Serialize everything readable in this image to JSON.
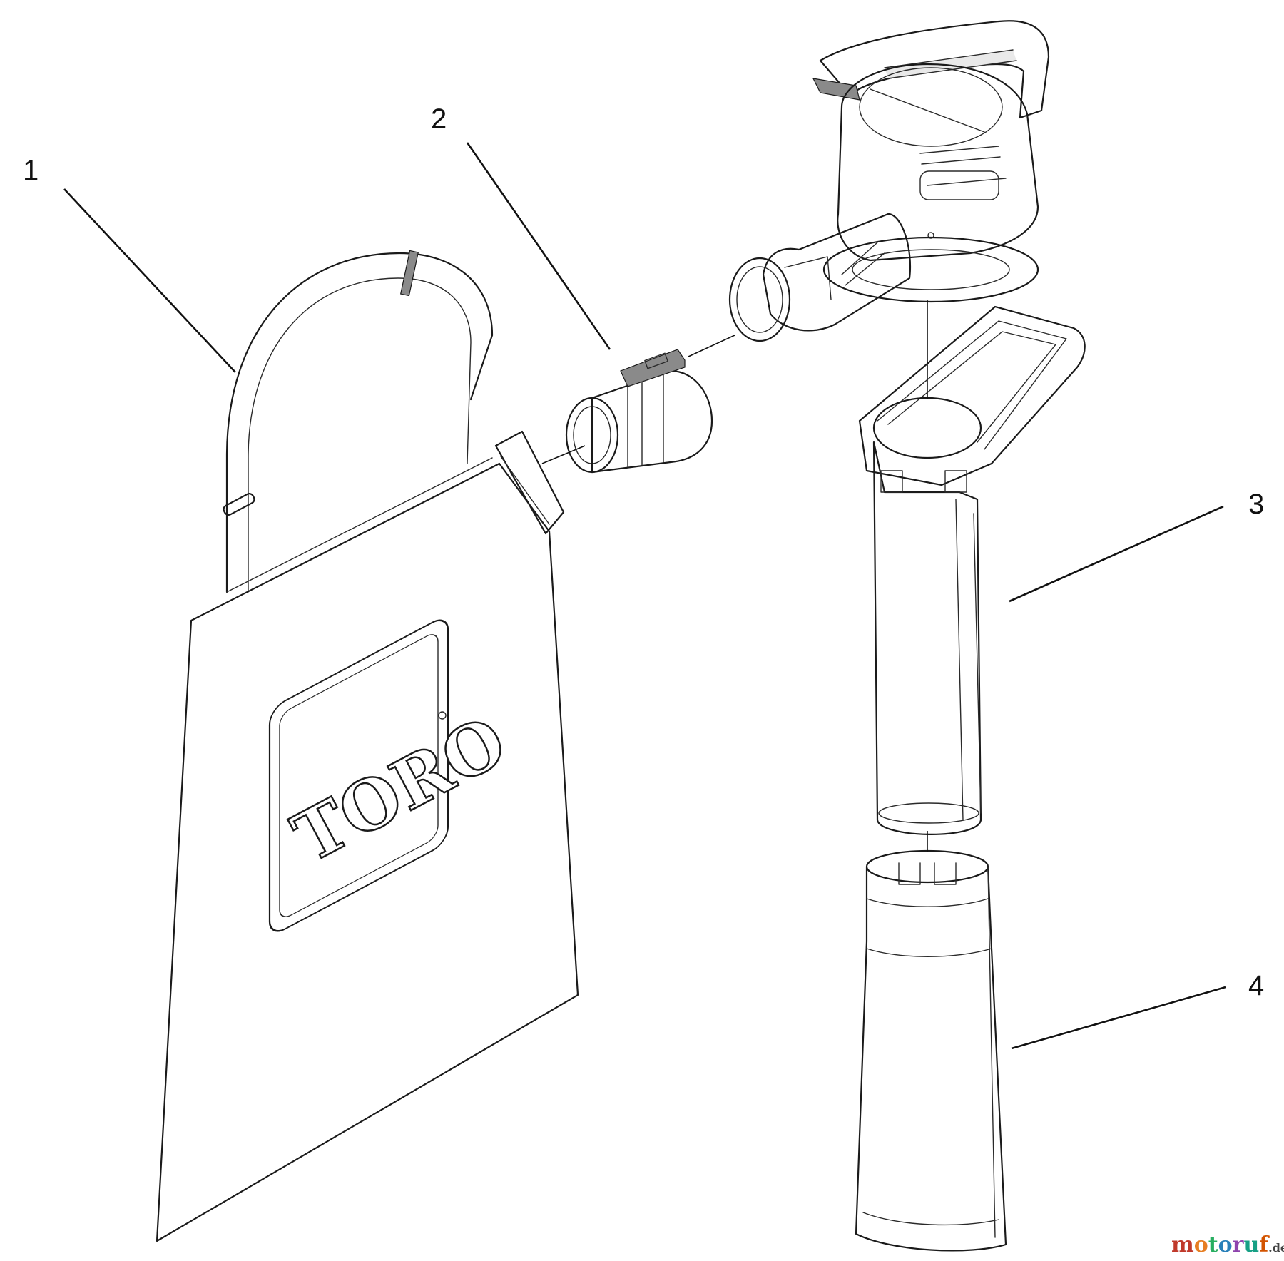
{
  "callouts": [
    {
      "id": "1"
    },
    {
      "id": "2"
    },
    {
      "id": "3"
    },
    {
      "id": "4"
    }
  ],
  "logo": {
    "text": "TORO"
  },
  "watermark": {
    "letters": [
      "m",
      "o",
      "t",
      "o",
      "r",
      "u",
      "f"
    ],
    "suffix": ".de",
    "colors": [
      "#c0392b",
      "#e67e22",
      "#27ae60",
      "#2980b9",
      "#8e44ad",
      "#16a085",
      "#d35400"
    ]
  }
}
